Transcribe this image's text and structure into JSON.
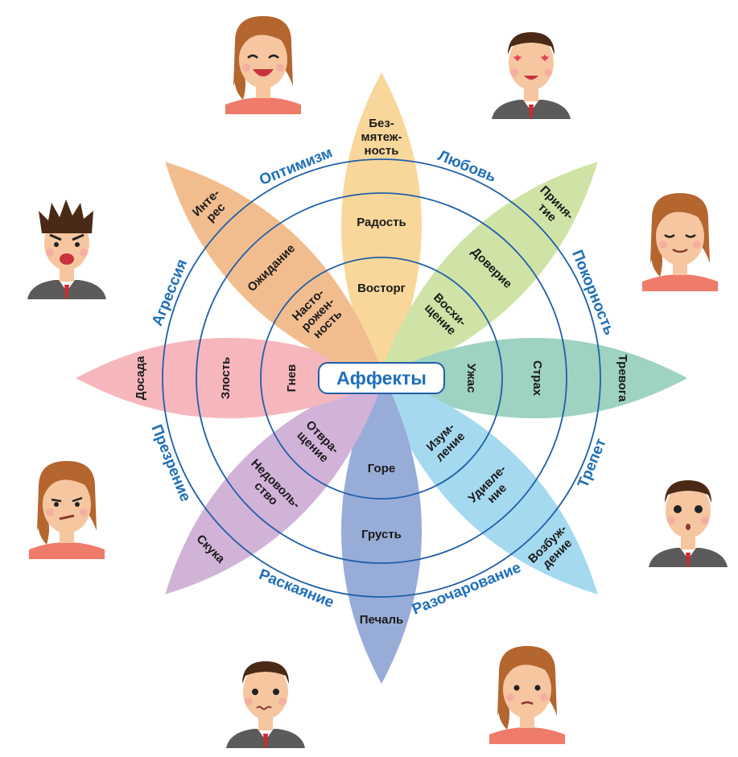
{
  "center": {
    "label": "Аффекты"
  },
  "petals": [
    {
      "id": "yellow",
      "colors": [
        "#f9d79a",
        "#f8c45e",
        "#f5a623"
      ],
      "labels": [
        [
          "Без-",
          "мятеж-",
          "ность"
        ],
        [
          "Радость"
        ],
        [
          "Восторг"
        ]
      ]
    },
    {
      "id": "green",
      "colors": [
        "#cfe3a6",
        "#a7cf5c",
        "#7ab828"
      ],
      "labels": [
        [
          "Приня-",
          "тие"
        ],
        [
          "Доверие"
        ],
        [
          "Восхи-",
          "щение"
        ]
      ]
    },
    {
      "id": "teal",
      "colors": [
        "#9ed2c2",
        "#2fae8a",
        "#0f9068"
      ],
      "labels": [
        [
          "Тревога"
        ],
        [
          "Страх"
        ],
        [
          "Ужас"
        ]
      ]
    },
    {
      "id": "cyan",
      "colors": [
        "#a5d9f0",
        "#47b6e4",
        "#1aa0d8"
      ],
      "labels": [
        [
          "Возбуж-",
          "дение"
        ],
        [
          "Удивле-",
          "ние"
        ],
        [
          "Изум-",
          "ление"
        ]
      ]
    },
    {
      "id": "blue",
      "colors": [
        "#98acd8",
        "#4f6fbf",
        "#2b4ea3"
      ],
      "labels": [
        [
          "Печаль"
        ],
        [
          "Грусть"
        ],
        [
          "Горе"
        ]
      ]
    },
    {
      "id": "purple",
      "colors": [
        "#d2b3d8",
        "#a77cc0",
        "#8a4ba0"
      ],
      "labels": [
        [
          "Скука"
        ],
        [
          "Недоволь-",
          "ство"
        ],
        [
          "Отвра-",
          "щение"
        ]
      ]
    },
    {
      "id": "red",
      "colors": [
        "#f6b7bc",
        "#e8707a",
        "#e04a5a"
      ],
      "labels": [
        [
          "Досада"
        ],
        [
          "Злость"
        ],
        [
          "Гнев"
        ]
      ]
    },
    {
      "id": "orange",
      "colors": [
        "#f2bd8e",
        "#ef8d47",
        "#eb6a1f"
      ],
      "labels": [
        [
          "Инте-",
          "рес"
        ],
        [
          "Ожидание"
        ],
        [
          "Насто-",
          "рожен-",
          "ность"
        ]
      ]
    }
  ],
  "dyads": [
    "Оптимизм",
    "Любовь",
    "Покорность",
    "Трепет",
    "Разочарование",
    "Раскаяние",
    "Презрение",
    "Агрессия"
  ],
  "colors": {
    "ring": "#1f5fa8",
    "dyad_text": "#1f6fb8"
  },
  "faces": [
    {
      "name": "face-woman-happy",
      "gender": "female",
      "mood": "happy"
    },
    {
      "name": "face-man-love",
      "gender": "male",
      "mood": "love"
    },
    {
      "name": "face-woman-calm",
      "gender": "female",
      "mood": "calm"
    },
    {
      "name": "face-man-awe",
      "gender": "male",
      "mood": "awe"
    },
    {
      "name": "face-woman-doubt",
      "gender": "female",
      "mood": "doubt"
    },
    {
      "name": "face-man-remorse",
      "gender": "male",
      "mood": "remorse"
    },
    {
      "name": "face-woman-contempt",
      "gender": "female",
      "mood": "contempt"
    },
    {
      "name": "face-man-angry",
      "gender": "male",
      "mood": "angry"
    }
  ]
}
